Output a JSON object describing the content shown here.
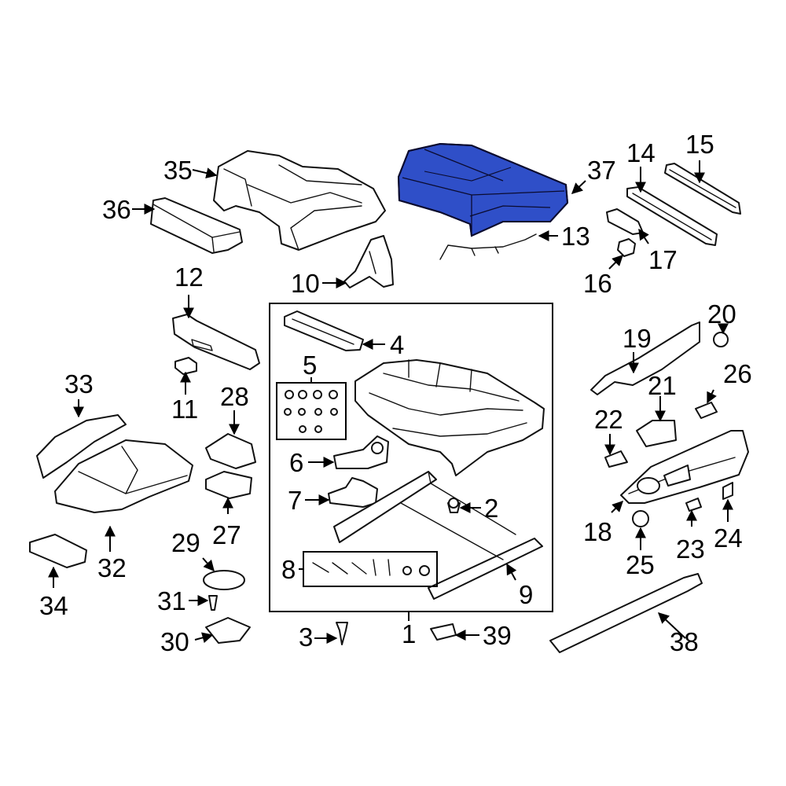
{
  "diagram": {
    "highlight_color": "#2f4fc8",
    "callouts": [
      "1",
      "2",
      "3",
      "4",
      "5",
      "6",
      "7",
      "8",
      "9",
      "10",
      "11",
      "12",
      "13",
      "14",
      "15",
      "16",
      "17",
      "18",
      "19",
      "20",
      "21",
      "22",
      "23",
      "24",
      "25",
      "26",
      "27",
      "28",
      "29",
      "30",
      "31",
      "32",
      "33",
      "34",
      "35",
      "36",
      "37",
      "38",
      "39"
    ],
    "highlighted_part": "37"
  }
}
